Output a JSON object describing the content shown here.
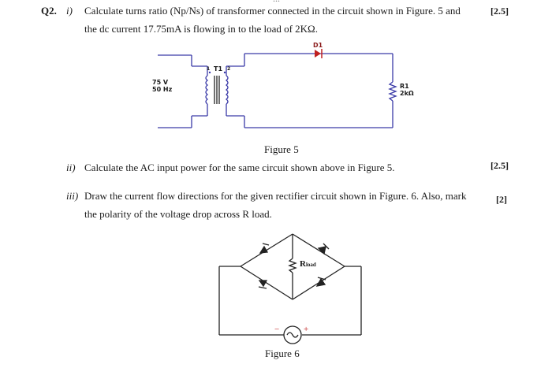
{
  "header_fragment": "...",
  "q2": {
    "number": "Q2.",
    "part_i": {
      "label": "i)",
      "line1": "Calculate turns ratio (Np/Ns) of transformer connected in the circuit shown in Figure. 5 and",
      "line2": "the dc current 17.75mA is flowing in to the load of 2KΩ.",
      "marks": "[2.5]"
    },
    "part_ii": {
      "label": "ii)",
      "text": "Calculate the AC input power for the same circuit shown above in Figure 5.",
      "marks": "[2.5]"
    },
    "part_iii": {
      "label": "iii)",
      "line1": "Draw the current flow directions for the given rectifier circuit shown in Figure. 6. Also, mark",
      "line2": "the polarity of the voltage drop across R load.",
      "marks": "[2]"
    }
  },
  "figure5": {
    "caption": "Figure 5",
    "source_voltage": "75 V",
    "source_freq": "50 Hz",
    "transformer": "T1",
    "diode": "D1",
    "resistor_name": "R1",
    "resistor_value": "2kΩ",
    "pin1": "1",
    "pin2": "2"
  },
  "figure6": {
    "caption": "Figure 6",
    "load_label": "R",
    "load_sub": "load",
    "source_minus": "−",
    "source_plus": "+"
  }
}
